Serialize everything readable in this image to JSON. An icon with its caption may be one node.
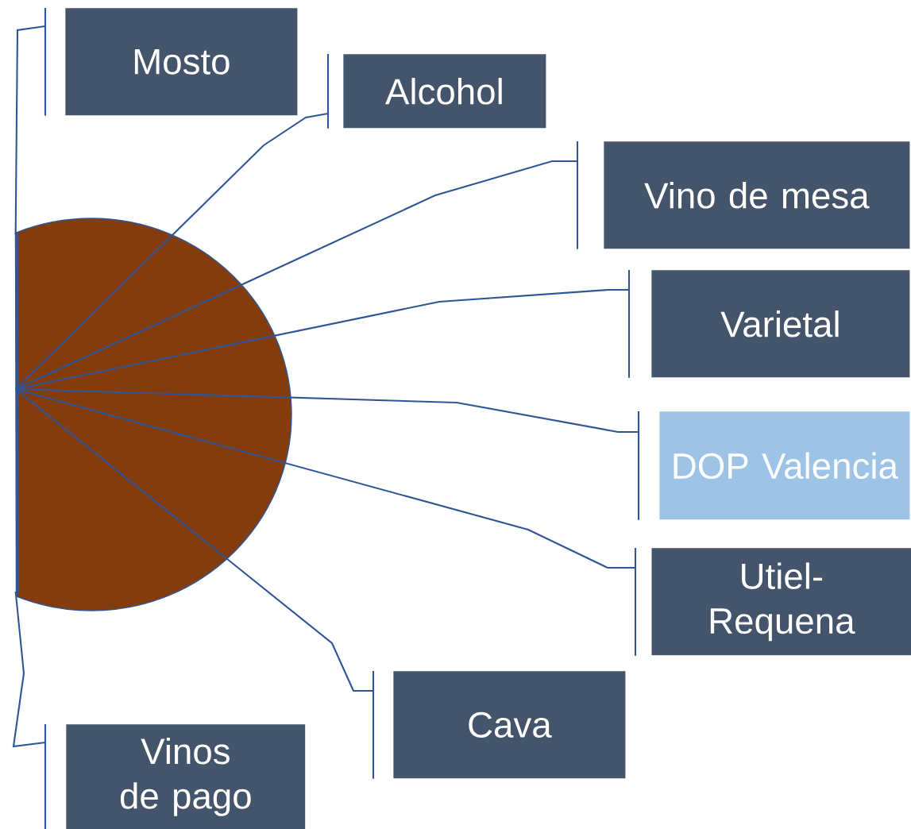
{
  "diagram": {
    "nodes": [
      {
        "text": [
          "Mosto"
        ]
      },
      {
        "text": [
          "Alcohol"
        ]
      },
      {
        "text": [
          "Vino de mesa"
        ]
      },
      {
        "text": [
          "Varietal"
        ]
      },
      {
        "text": [
          "DOP Valencia"
        ]
      },
      {
        "text": [
          "Utiel-Requena"
        ]
      },
      {
        "text": [
          "Cava"
        ]
      },
      {
        "text": [
          "Vinos de pago"
        ]
      },
      {
        "text": [],
        "shape": "circle"
      }
    ],
    "edges": [
      {
        "from": 8,
        "to": 0,
        "arrow": "none"
      },
      {
        "from": 8,
        "to": 1,
        "arrow": "none"
      },
      {
        "from": 8,
        "to": 2,
        "arrow": "none"
      },
      {
        "from": 8,
        "to": 3,
        "arrow": "none"
      },
      {
        "from": 8,
        "to": 4,
        "arrow": "none"
      },
      {
        "from": 8,
        "to": 5,
        "arrow": "none"
      },
      {
        "from": 8,
        "to": 6,
        "arrow": "none"
      },
      {
        "from": 8,
        "to": 7,
        "arrow": "none"
      }
    ]
  }
}
